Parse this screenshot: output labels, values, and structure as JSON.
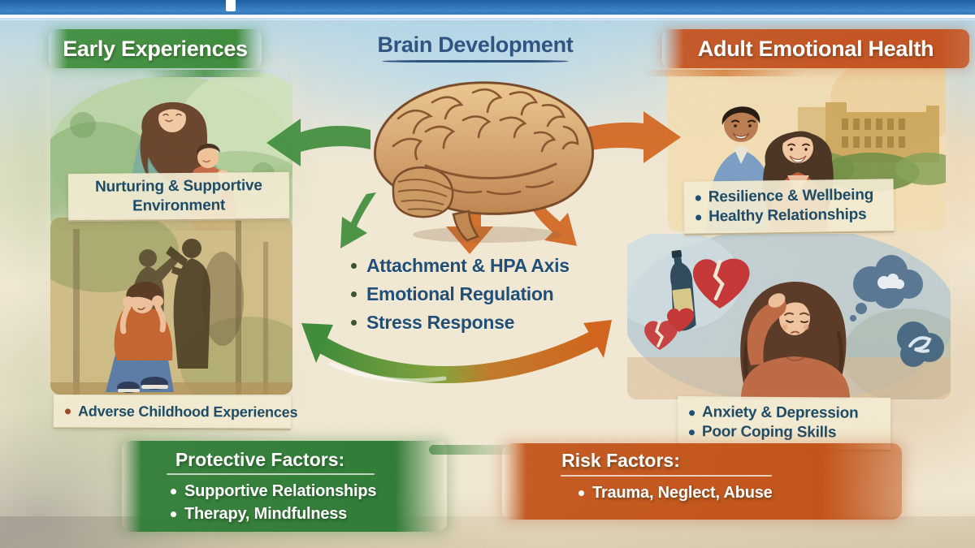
{
  "headers": {
    "left": "Early Experiences",
    "center": "Brain Development",
    "right": "Adult Emotional Health"
  },
  "left_column": {
    "nurturing_label_line1": "Nurturing & Supportive",
    "nurturing_label_line2": "Environment",
    "adverse_label": "Adverse Childhood Experiences"
  },
  "center_column": {
    "bullets": [
      "Attachment & HPA Axis",
      "Emotional Regulation",
      "Stress Response"
    ]
  },
  "right_column": {
    "positive_bullets": [
      "Resilience & Wellbeing",
      "Healthy Relationships"
    ],
    "negative_bullets": [
      "Anxiety & Depression",
      "Poor Coping Skills"
    ]
  },
  "footer": {
    "protective_title": "Protective Factors:",
    "protective_items": [
      "Supportive Relationships",
      "Therapy, Mindfulness"
    ],
    "risk_title": "Risk Factors:",
    "risk_items": [
      "Trauma, Neglect, Abuse"
    ]
  },
  "illustrations": {
    "top_left": "mother-hugging-child",
    "bottom_left": "child-covering-ears-parents-arguing",
    "center": "brain",
    "top_right": "happy-couple",
    "bottom_right": "distressed-woman-with-broken-hearts-bottle-dark-thoughts"
  },
  "colors": {
    "top_band_blue": "#2a6fb4",
    "header_green": "#3f8d3c",
    "header_orange": "#c5521f",
    "heading_navy": "#2d5380",
    "bullet_navy": "#1f4d74",
    "panel_green": "#2e7c35",
    "panel_orange": "#c35318",
    "cream_band": "#f3ecd2",
    "arrow_green": "#3e8c3a",
    "arrow_orange": "#d2641c",
    "brain_tan": "#d9a76c"
  }
}
